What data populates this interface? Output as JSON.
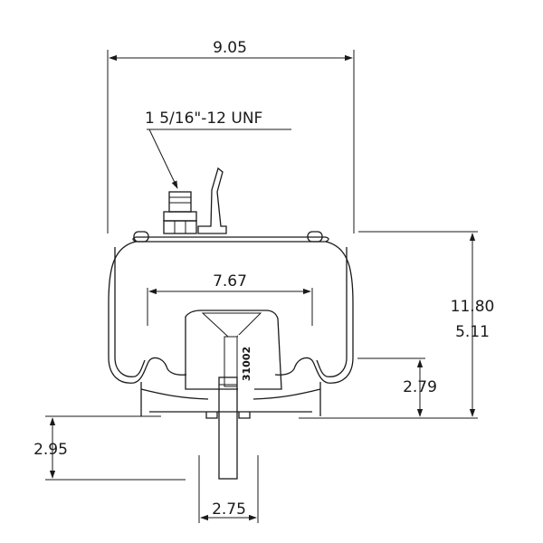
{
  "dimensions": {
    "overall_width": "9.05",
    "thread_callout": "1 5/16\"-12 UNF",
    "inner_width": "7.67",
    "max_height": "11.80",
    "min_height": "5.11",
    "piston_height": "2.79",
    "stud_length": "2.95",
    "stud_spacing": "2.75"
  },
  "part_number": "31002"
}
